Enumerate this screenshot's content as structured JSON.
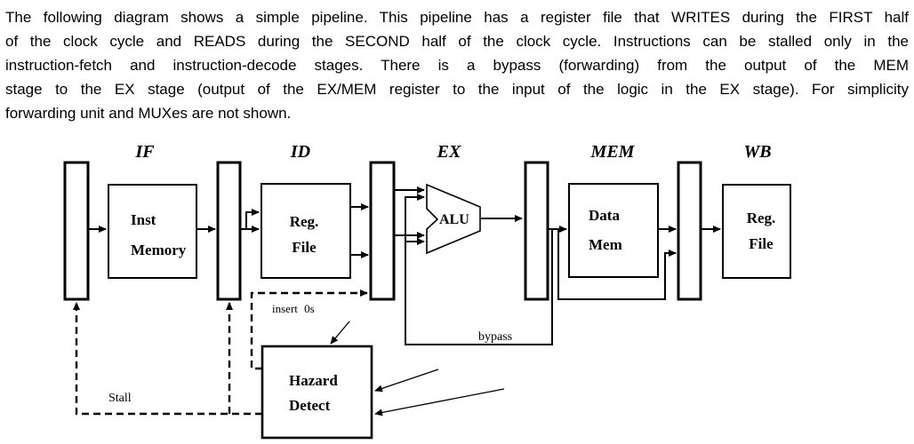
{
  "intro": {
    "lines": [
      "The following diagram shows a simple pipeline. This pipeline has a register file that WRITES during the FIRST half",
      "of the clock cycle and READS during the SECOND half of the clock cycle. Instructions can be stalled only in the",
      "instruction-fetch and instruction-decode stages. There is a bypass (forwarding) from the output of the MEM",
      "stage to the EX stage (output of the EX/MEM register to the input of the logic in the EX stage). For simplicity",
      "forwarding unit and MUXes are not shown."
    ]
  },
  "diagram": {
    "stages": {
      "if": "IF",
      "id": "ID",
      "ex": "EX",
      "mem": "MEM",
      "wb": "WB"
    },
    "boxes": {
      "inst_memory_line1": "Inst",
      "inst_memory_line2": "Memory",
      "id_reg_file_line1": "Reg.",
      "id_reg_file_line2": "File",
      "alu": "ALU",
      "data_mem_line1": "Data",
      "data_mem_line2": "Mem",
      "wb_reg_file_line1": "Reg.",
      "wb_reg_file_line2": "File",
      "hazard_line1": "Hazard",
      "hazard_line2": "Detect"
    },
    "annotations": {
      "insert_zeros": "insert 0s",
      "stall": "Stall",
      "bypass": "bypass"
    },
    "colors": {
      "ink": "#000000",
      "background": "#ffffff"
    }
  }
}
